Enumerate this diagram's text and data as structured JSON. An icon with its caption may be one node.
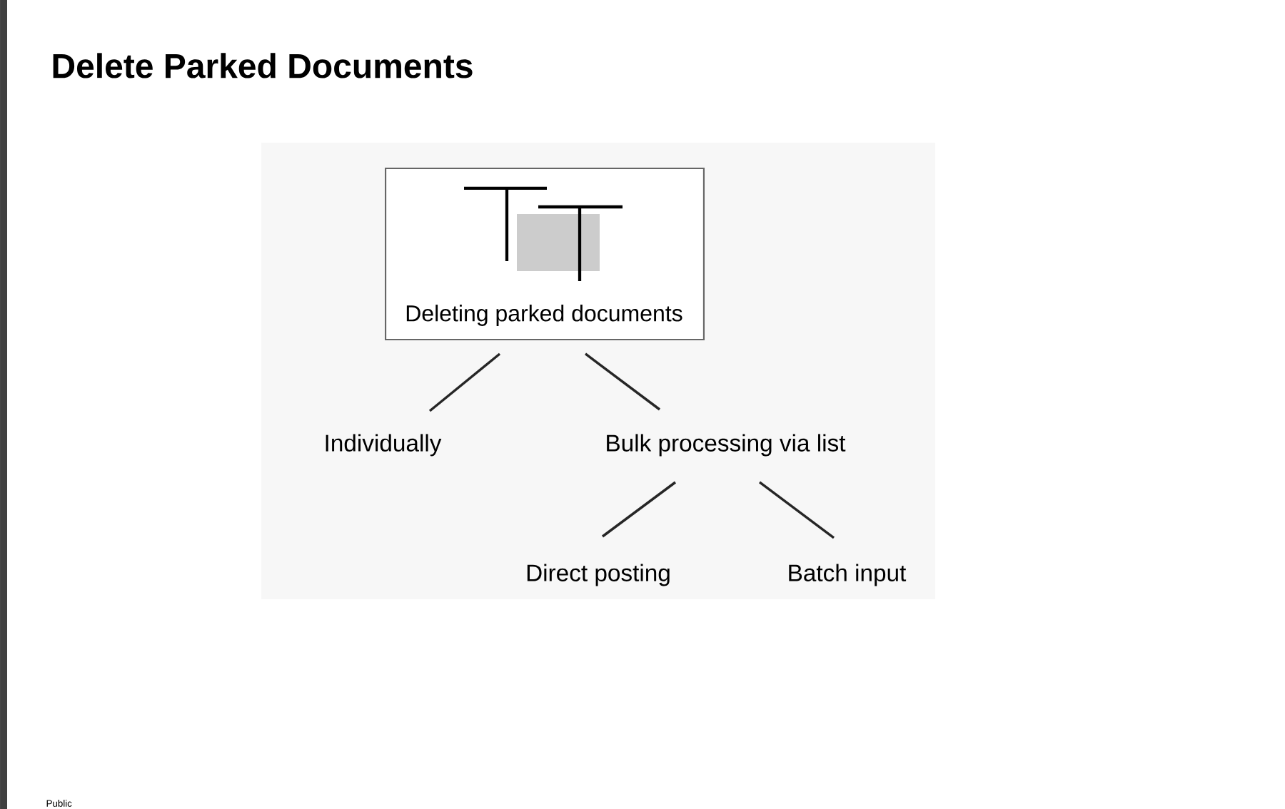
{
  "diagram": {
    "title": "Delete Parked Documents",
    "nodes": [
      {
        "text": [
          "Deleting parked documents"
        ]
      },
      {
        "text": [
          "Individually"
        ]
      },
      {
        "text": [
          "Bulk processing via list"
        ]
      },
      {
        "text": [
          "Direct posting"
        ]
      },
      {
        "text": [
          "Batch input"
        ]
      }
    ],
    "edges": [
      {
        "from": 0,
        "to": 1,
        "arrow": "none"
      },
      {
        "from": 0,
        "to": 2,
        "arrow": "none"
      },
      {
        "from": 2,
        "to": 3,
        "arrow": "none"
      },
      {
        "from": 2,
        "to": 4,
        "arrow": "none"
      }
    ],
    "labels": [
      "Public"
    ]
  }
}
